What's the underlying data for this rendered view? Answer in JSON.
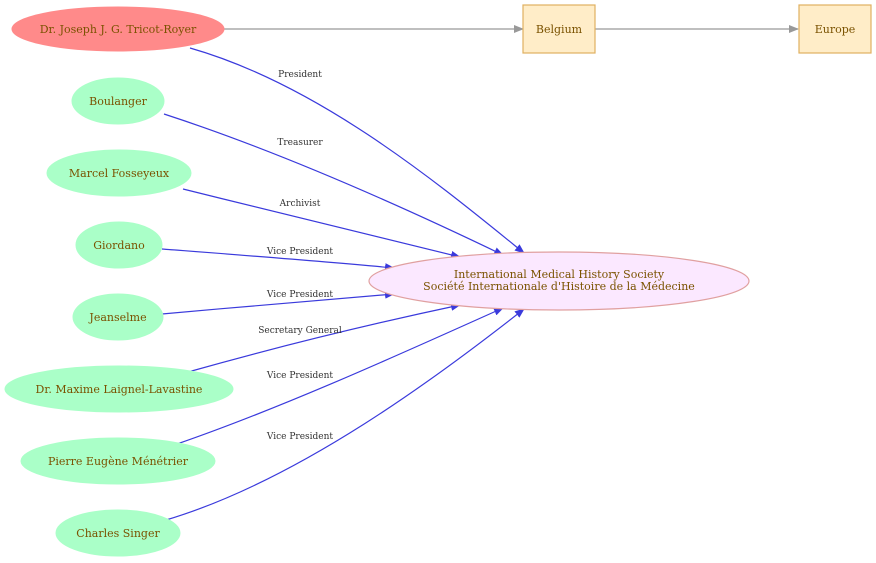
{
  "nodes": {
    "tricot": "Dr. Joseph J. G. Tricot-Royer",
    "belgium": "Belgium",
    "europe": "Europe",
    "boulanger": "Boulanger",
    "fosseyeux": "Marcel Fosseyeux",
    "giordano": "Giordano",
    "jeanselme": "Jeanselme",
    "laignel": "Dr. Maxime Laignel-Lavastine",
    "menetrier": "Pierre Eugène Ménétrier",
    "singer": "Charles Singer",
    "society_line1": "International Medical History Society",
    "society_line2": "Société Internationale d'Histoire de la Médecine"
  },
  "edges": {
    "tricot": "President",
    "boulanger": "Treasurer",
    "fosseyeux": "Archivist",
    "giordano": "Vice President",
    "jeanselme": "Vice President",
    "laignel": "Secretary General",
    "menetrier": "Vice President",
    "singer": "Vice President"
  },
  "colors": {
    "person": "#aaffc8",
    "person_highlight": "#ff8a8a",
    "place": "#ffedc8",
    "society": "#fbe8ff",
    "edge": "#3a3adc",
    "link": "#999999"
  }
}
